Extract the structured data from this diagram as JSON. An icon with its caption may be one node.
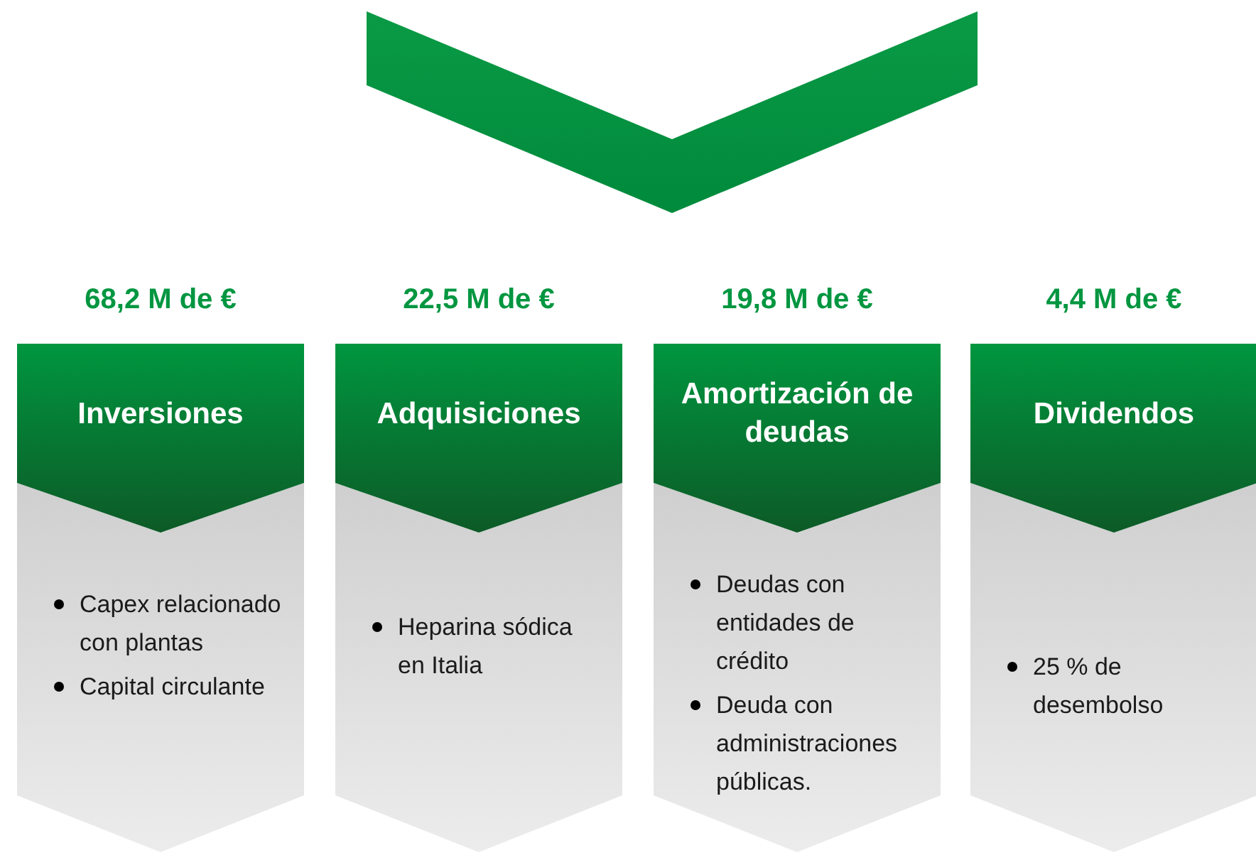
{
  "diagram": {
    "nodes": [
      {
        "text": [],
        "shape": "chevron"
      },
      {
        "text": [
          "Inversiones"
        ],
        "beside": [
          "68,2 M de €"
        ]
      },
      {
        "text": [
          "Capex relacionado con plantas",
          "Capital circulante"
        ]
      },
      {
        "text": [
          "Adquisiciones"
        ],
        "beside": [
          "22,5 M de €"
        ]
      },
      {
        "text": [
          "Heparina sódica en Italia"
        ]
      },
      {
        "text": [
          "Amortización de deudas"
        ],
        "beside": [
          "19,8 M de €"
        ]
      },
      {
        "text": [
          "Deudas con entidades de crédito",
          "Deuda con administraciones públicas."
        ]
      },
      {
        "text": [
          "Dividendos"
        ],
        "beside": [
          "4,4 M de €"
        ]
      },
      {
        "text": [
          "25 % de desembolso"
        ]
      }
    ]
  }
}
